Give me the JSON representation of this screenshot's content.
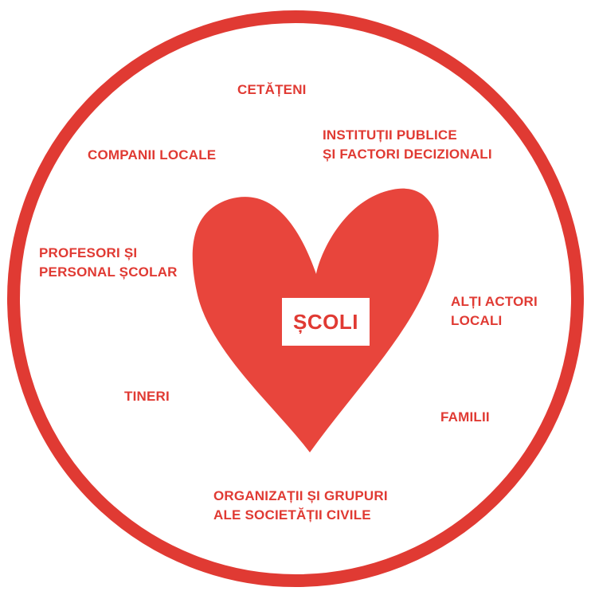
{
  "diagram": {
    "colors": {
      "accent": "#e03a33",
      "heart": "#e8453c",
      "background": "#ffffff"
    },
    "center": {
      "label": "ȘCOLI"
    },
    "stakeholders": {
      "cetateni": "CETĂȚENI",
      "institutii_line1": "INSTITUȚII PUBLICE",
      "institutii_line2": "ȘI FACTORI DECIZIONALI",
      "companii": "COMPANII LOCALE",
      "profesori_line1": "PROFESORI ȘI",
      "profesori_line2": "PERSONAL ȘCOLAR",
      "alti_line1": "ALȚI ACTORI",
      "alti_line2": "LOCALI",
      "tineri": "TINERI",
      "familii": "FAMILII",
      "organizatii_line1": "ORGANIZAȚII ȘI GRUPURI",
      "organizatii_line2": "ALE SOCIETĂȚII CIVILE"
    }
  }
}
